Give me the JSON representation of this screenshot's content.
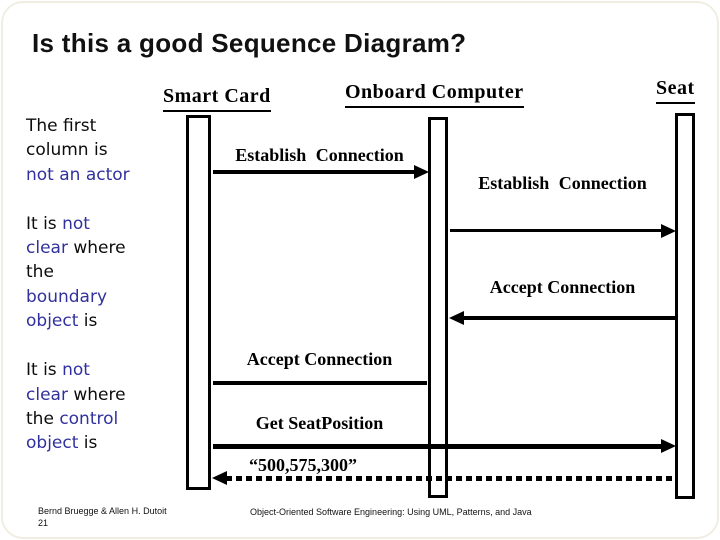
{
  "slide": {
    "title": "Is this a good Sequence Diagram?",
    "accent_color": "#31319E"
  },
  "lifelines": [
    {
      "name": "Smart Card"
    },
    {
      "name": "Onboard Computer"
    },
    {
      "name": "Seat"
    }
  ],
  "messages": [
    {
      "label": "Establish Connection",
      "from": "Smart Card",
      "to": "Onboard Computer",
      "style": "solid"
    },
    {
      "label": "Establish Connection",
      "from": "Onboard Computer",
      "to": "Seat",
      "style": "solid"
    },
    {
      "label": "Accept Connection",
      "from": "Seat",
      "to": "Onboard Computer",
      "style": "solid"
    },
    {
      "label": "Accept Connection",
      "from": "Onboard Computer",
      "to": "Smart Card",
      "style": "solid"
    },
    {
      "label": "Get SeatPosition",
      "from": "Smart Card",
      "to": "Seat",
      "style": "solid"
    },
    {
      "label": "“500,575,300”",
      "from": "Seat",
      "to": "Smart Card",
      "style": "dashed"
    }
  ],
  "notes": {
    "paragraphs": [
      {
        "lines": [
          [
            {
              "t": "The first"
            }
          ],
          [
            {
              "t": "column is"
            }
          ],
          [
            {
              "t": "not an actor",
              "em": true
            }
          ]
        ]
      },
      {
        "lines": [
          [
            {
              "t": "It is "
            },
            {
              "t": "not",
              "em": true
            }
          ],
          [
            {
              "t": "clear",
              "em": true
            },
            {
              "t": " where"
            }
          ],
          [
            {
              "t": "the"
            }
          ],
          [
            {
              "t": "boundary",
              "em": true
            }
          ],
          [
            {
              "t": "object",
              "em": true
            },
            {
              "t": " is"
            }
          ]
        ]
      },
      {
        "lines": [
          [
            {
              "t": "It is "
            },
            {
              "t": "not",
              "em": true
            }
          ],
          [
            {
              "t": "clear",
              "em": true
            },
            {
              "t": " where"
            }
          ],
          [
            {
              "t": "the "
            },
            {
              "t": "control",
              "em": true
            }
          ],
          [
            {
              "t": "object",
              "em": true
            },
            {
              "t": " is"
            }
          ]
        ]
      }
    ]
  },
  "footer": {
    "authors": "Bernd Bruegge & Allen H. Dutoit",
    "page": "21",
    "book": "Object-Oriented Software Engineering: Using UML, Patterns, and Java"
  }
}
